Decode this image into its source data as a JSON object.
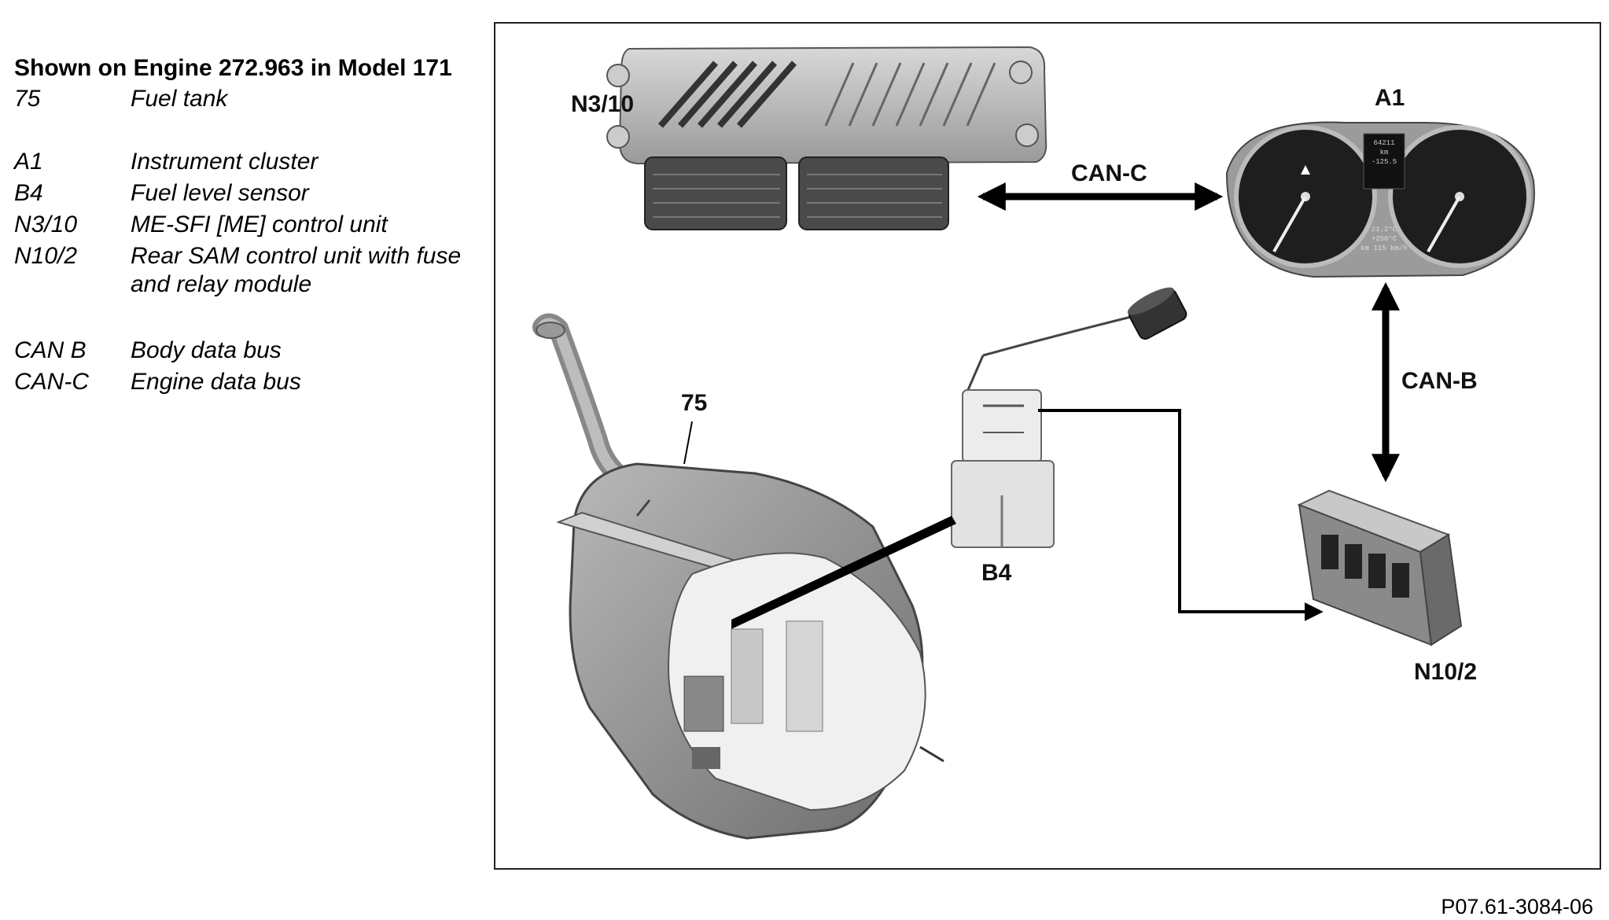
{
  "legend": {
    "title": "Shown on Engine 272.963 in Model 171",
    "items": [
      {
        "code": "75",
        "desc": "Fuel tank"
      },
      {
        "code": "A1",
        "desc": "Instrument cluster"
      },
      {
        "code": "B4",
        "desc": "Fuel level sensor"
      },
      {
        "code": "N3/10",
        "desc": "ME-SFI [ME] control unit"
      },
      {
        "code": "N10/2",
        "desc": "Rear SAM control unit with fuse",
        "desc2": "and relay module"
      },
      {
        "code": "CAN B",
        "desc": "Body data bus"
      },
      {
        "code": "CAN-C",
        "desc": "Engine data bus"
      }
    ]
  },
  "diagram": {
    "labels": {
      "n3_10": "N3/10",
      "a1": "A1",
      "can_c": "CAN-C",
      "can_b": "CAN-B",
      "tank": "75",
      "b4": "B4",
      "n10_2": "N10/2"
    },
    "cluster_display": {
      "line1": "64211",
      "line2": "km",
      "line3": "-125.5",
      "line4": "21.2°C",
      "line5": "+250°C",
      "line6": "km 115 km/h"
    }
  },
  "figure_code": "P07.61-3084-06"
}
